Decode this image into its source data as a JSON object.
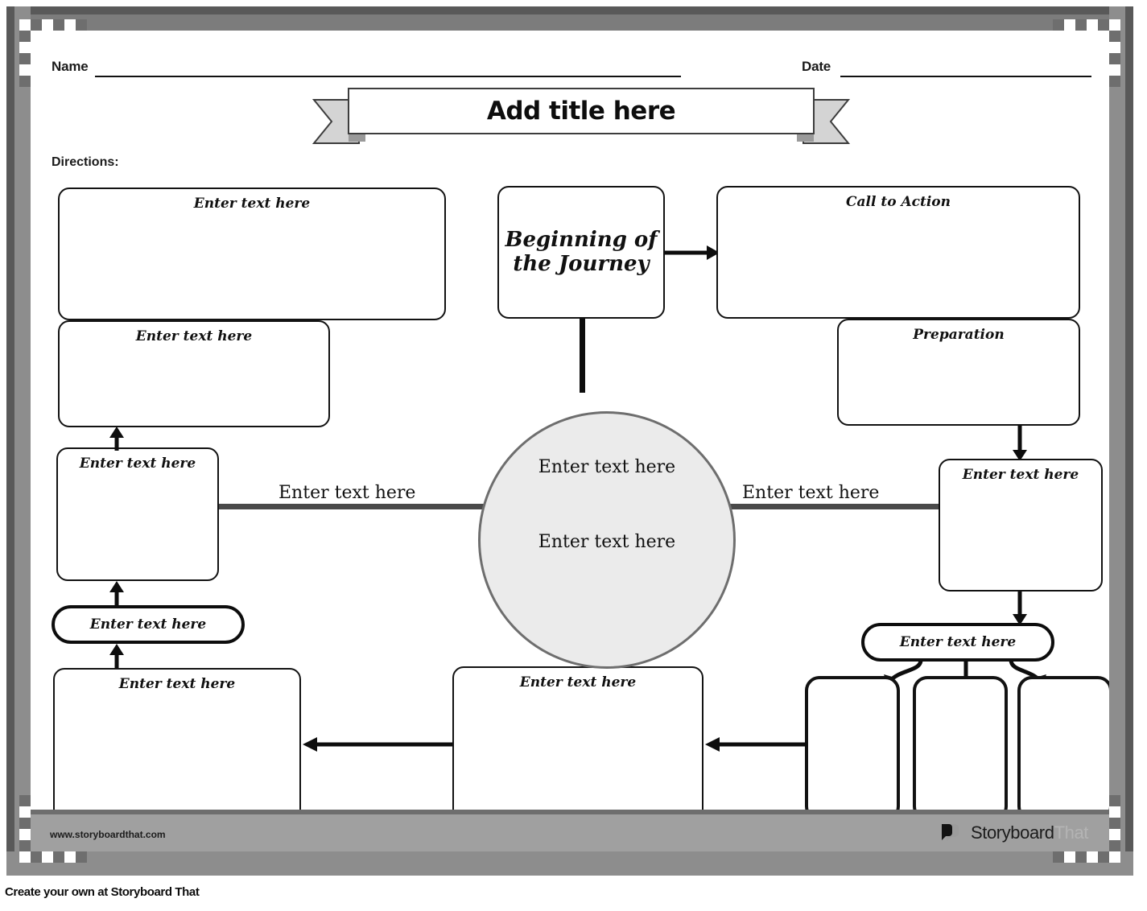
{
  "header": {
    "name_label": "Name",
    "date_label": "Date",
    "title": "Add title here",
    "directions_label": "Directions:"
  },
  "worksheet": {
    "top_left_box": "Enter text here",
    "second_left_box": "Enter text here",
    "beginning_box": "Beginning of\nthe Journey",
    "beginning_line1": "Beginning of",
    "beginning_line2": "the Journey",
    "call_to_action_box": "Call to Action",
    "preparation_box": "Preparation",
    "right_mid_box": "Enter text here",
    "right_pill": "Enter text here",
    "left_mid_box": "Enter text here",
    "left_pill": "Enter text here",
    "bottom_left_box": "Enter text here",
    "bottom_center_box": "Enter text here",
    "circle_top": "Enter text here",
    "circle_bottom": "Enter text here",
    "axis_left_label": "Enter text here",
    "axis_right_label": "Enter text here",
    "branch_boxes": [
      "",
      "",
      ""
    ]
  },
  "footer": {
    "url": "www.storyboardthat.com",
    "logo_primary": "Storyboard",
    "logo_secondary": "That",
    "create_own": "Create your own at Storyboard That"
  },
  "colors": {
    "frame_outer": "#595959",
    "frame_inner": "#8d8d8d",
    "circle_fill": "#ebebeb",
    "circle_stroke": "#6e6e6e",
    "axis_line": "#4a4a4a",
    "ink": "#111111",
    "ribbon_tail": "#d4d4d4"
  }
}
